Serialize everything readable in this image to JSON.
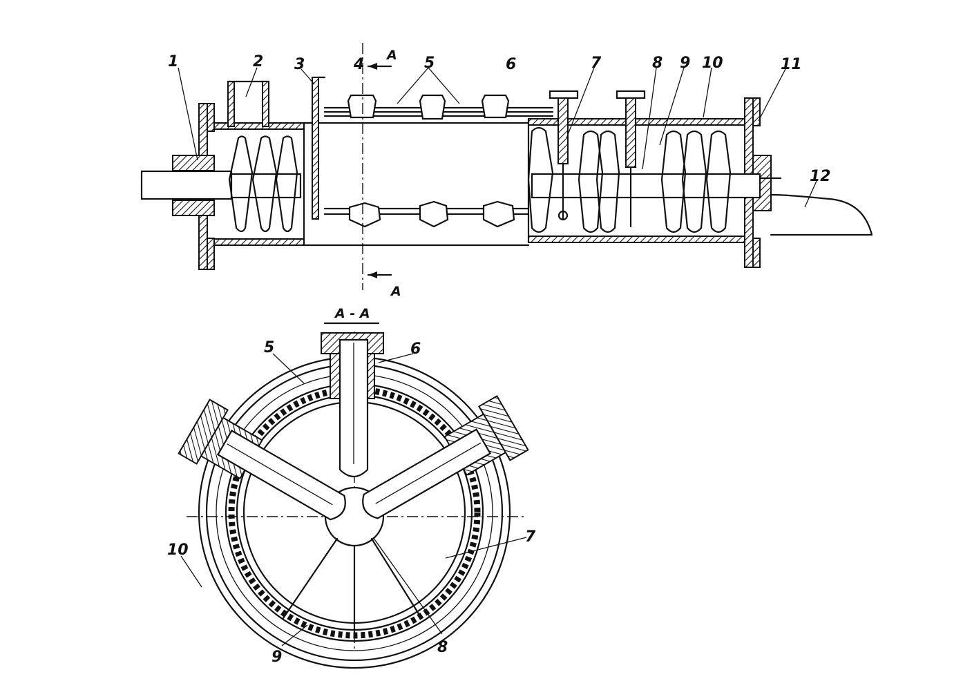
{
  "labels": {
    "n1": "1",
    "n2": "2",
    "n3": "3",
    "n4": "4",
    "n5": "5",
    "n6": "6",
    "n7": "7",
    "n8": "8",
    "n9": "9",
    "n10": "10",
    "n11": "11",
    "n12": "12",
    "arrow_a_top": "A",
    "arrow_a_bottom": "A",
    "section_title": "A - A",
    "s5": "5",
    "s6": "6",
    "s7": "7",
    "s8": "8",
    "s9": "9",
    "s10": "10"
  }
}
